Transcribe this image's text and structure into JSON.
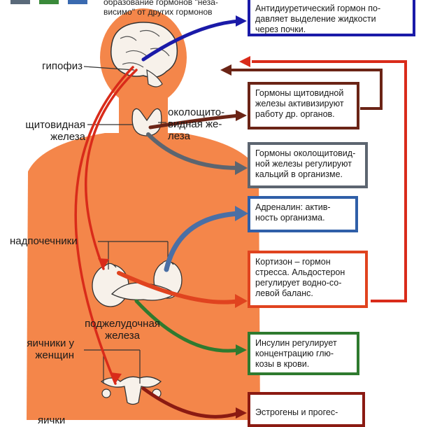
{
  "legend_colors": [
    "#5a6a7a",
    "#3a8a3a",
    "#3a6ab0"
  ],
  "top_note": "образование гормонов \"незa-\nвисимо\" от других гормонов",
  "labels": {
    "pituitary": "гипофиз",
    "parathyroid": "околощито-\nвидная же-\nлеза",
    "thyroid": "щитовидная\nжелеза",
    "adrenal": "надпочечники",
    "pancreas": "поджелудочная\nжелеза",
    "ovaries": "яичники у\nженщин",
    "testes_partial": "яички"
  },
  "boxes": [
    {
      "text": "Антидиуретический гормон по-\nдавляет выделение жидкости\nчерез почки.",
      "color": "#1a1aa8"
    },
    {
      "text": "Гормоны щитовидной\nжелезы активизируют\nработу др. органов.",
      "color": "#6b2416"
    },
    {
      "text": "Гормоны околощитовид-\nной железы регулируют\nкальций в организме.",
      "color": "#5c6570"
    },
    {
      "text": "Адреналин: актив-\nность организма.",
      "color": "#2f5fa8"
    },
    {
      "text": "Кортизон – гормон\nстресса. Альдостерон\nрегулирует водно-со-\nлевой баланс.",
      "color": "#e0431f"
    },
    {
      "text": "Инсулин регулирует\nконцентрацию глю-\nкозы в крови.",
      "color": "#2f7a2f"
    },
    {
      "text": "Эстрогены и прогес-",
      "color": "#8b1a12"
    }
  ],
  "colors": {
    "body": "#f4864a",
    "body_light": "#f9a36c",
    "arrow_blue": "#1a1aa8",
    "arrow_brown": "#6b2416",
    "arrow_grey": "#5c6570",
    "arrow_lightblue": "#4a6fa5",
    "arrow_red": "#e0431f",
    "arrow_green": "#2f7a2f",
    "arrow_darkred": "#8b1a12",
    "arrow_bright_red": "#d92b1a"
  }
}
